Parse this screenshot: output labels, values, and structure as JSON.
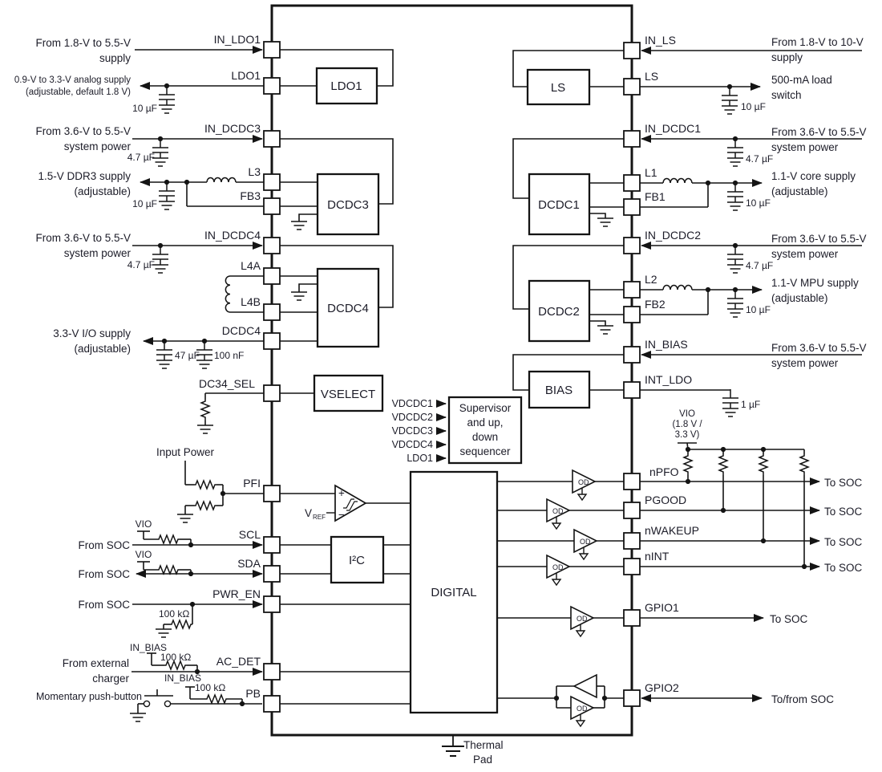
{
  "pins": {
    "left": [
      "IN_LDO1",
      "LDO1",
      "IN_DCDC3",
      "L3",
      "FB3",
      "IN_DCDC4",
      "L4A",
      "L4B",
      "DCDC4",
      "DC34_SEL",
      "PFI",
      "SCL",
      "SDA",
      "PWR_EN",
      "AC_DET",
      "PB"
    ],
    "right": [
      "IN_LS",
      "LS",
      "IN_DCDC1",
      "L1",
      "FB1",
      "IN_DCDC2",
      "L2",
      "FB2",
      "IN_BIAS",
      "INT_LDO",
      "nPFO",
      "PGOOD",
      "nWAKEUP",
      "nINT",
      "GPIO1",
      "GPIO2"
    ]
  },
  "blocks": {
    "ldo1": "LDO1",
    "dcdc3": "DCDC3",
    "dcdc4": "DCDC4",
    "vselect": "VSELECT",
    "i2c": "I²C",
    "digital": "DIGITAL",
    "ls": "LS",
    "dcdc1": "DCDC1",
    "dcdc2": "DCDC2",
    "bias": "BIAS",
    "sequencer": [
      "Supervisor",
      "and up,",
      "down",
      "sequencer"
    ]
  },
  "sequencer_inputs": [
    "VDCDC1",
    "VDCDC2",
    "VDCDC3",
    "VDCDC4",
    "LDO1"
  ],
  "comparator": {
    "plus": "+",
    "minus": "−",
    "vref": "V",
    "vref_sub": "REF"
  },
  "od_label": "OD",
  "annotations": {
    "left": {
      "in_ldo1": {
        "l1": "From 1.8-V to 5.5-V",
        "l2": "supply"
      },
      "ldo1_out": {
        "l1": "0.9-V to 3.3-V analog supply",
        "l2": "(adjustable, default 1.8 V)"
      },
      "in_dcdc3": {
        "l1": "From 3.6-V to 5.5-V",
        "l2": "system power"
      },
      "l3_out": {
        "l1": "1.5-V DDR3 supply",
        "l2": "(adjustable)"
      },
      "in_dcdc4": {
        "l1": "From 3.6-V to 5.5-V",
        "l2": "system power"
      },
      "dcdc4_out": {
        "l1": "3.3-V I/O supply",
        "l2": "(adjustable)"
      },
      "input_power": "Input Power",
      "scl_pull": "VIO",
      "scl_src": "From SOC",
      "sda_pull": "VIO",
      "sda_src": "From SOC",
      "pwren_src": "From SOC",
      "pwren_res": "100 kΩ",
      "acdet_pull": "IN_BIAS",
      "acdet_res": "100 kΩ",
      "acdet_src": {
        "l1": "From external",
        "l2": "charger"
      },
      "pb_pull": "IN_BIAS",
      "pb_res": "100 kΩ",
      "pb_src": "Momentary push-button"
    },
    "right": {
      "in_ls": {
        "l1": "From 1.8-V to 10-V",
        "l2": "supply"
      },
      "ls_out": {
        "l1": "500-mA load",
        "l2": "switch"
      },
      "in_dcdc1": {
        "l1": "From 3.6-V to 5.5-V",
        "l2": "system power"
      },
      "l1_out": {
        "l1": "1.1-V core supply",
        "l2": "(adjustable)"
      },
      "in_dcdc2": {
        "l1": "From 3.6-V to 5.5-V",
        "l2": "system power"
      },
      "l2_out": {
        "l1": "1.1-V MPU supply",
        "l2": "(adjustable)"
      },
      "in_bias": {
        "l1": "From 3.6-V to 5.5-V",
        "l2": "system power"
      },
      "vio_rail": {
        "l1": "VIO",
        "l2": "(1.8 V /",
        "l3": "3.3 V)"
      },
      "npfo_dst": "To SOC",
      "pgood_dst": "To SOC",
      "nwakeup_dst": "To SOC",
      "nint_dst": "To SOC",
      "gpio1_dst": "To SOC",
      "gpio2_dst": "To/from SOC"
    }
  },
  "caps": {
    "ldo1": "10 µF",
    "in_dcdc3": "4.7 µF",
    "l3": "10 µF",
    "in_dcdc4": "4.7 µF",
    "dcdc4_a": "47 µF",
    "dcdc4_b": "100 nF",
    "ls": "10 µF",
    "in_dcdc1": "4.7 µF",
    "l1": "10 µF",
    "in_dcdc2": "4.7 µF",
    "l2": "10 µF",
    "int_ldo": "1 µF"
  },
  "thermal": {
    "l1": "Thermal",
    "l2": "Pad"
  },
  "colors": {
    "line": "#141414",
    "text": "#1c1c28",
    "background": "#ffffff"
  }
}
